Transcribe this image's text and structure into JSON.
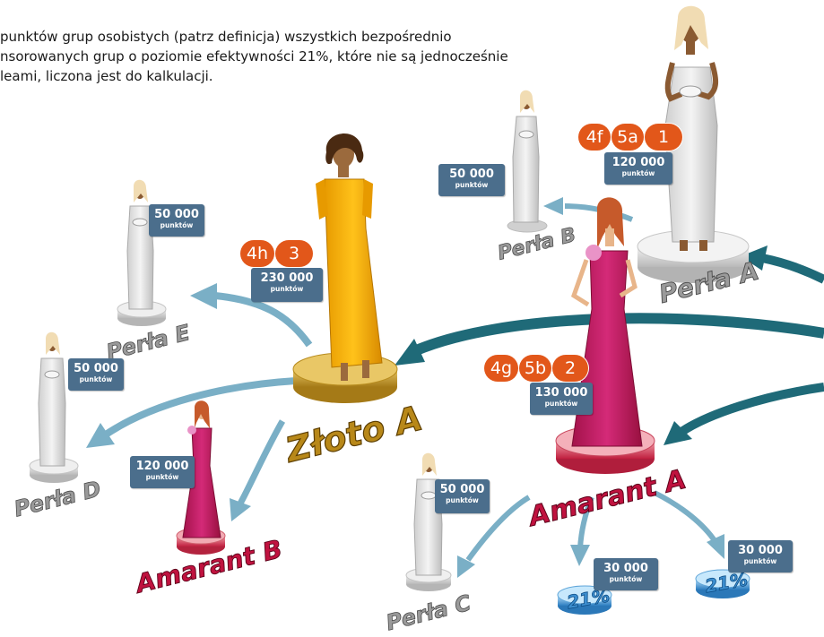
{
  "intro_lines": [
    "punktów grup osobistych (patrz definicja) wszystkich bezpośrednio",
    "nsorowanych grup o poziomie efektywności 21%, które nie są jednocześnie",
    "leami, liczona jest do kalkulacji."
  ],
  "colors": {
    "points_box": "#4b6e8c",
    "badge": "#e2571a",
    "gold": "#e6a400",
    "amarant": "#c2185b",
    "perla": "#d8d8d8",
    "arrow_dark": "#1f6a78",
    "arrow_light": "#7aafc6",
    "pct_disc": "#4d9fd9"
  },
  "people": [
    {
      "id": "perla-a",
      "label": "Perła A",
      "points": "120 000",
      "unit": "punktów",
      "badges": [
        "4f",
        "5a",
        "1"
      ]
    },
    {
      "id": "perla-b",
      "label": "Perła B",
      "points": "50 000",
      "unit": "punktów",
      "badges": []
    },
    {
      "id": "zloto-a",
      "label": "Złoto A",
      "points": "230 000",
      "unit": "punktów",
      "badges": [
        "4h",
        "3"
      ]
    },
    {
      "id": "perla-e",
      "label": "Perła E",
      "points": "50 000",
      "unit": "punktów",
      "badges": []
    },
    {
      "id": "perla-d",
      "label": "Perła D",
      "points": "50 000",
      "unit": "punktów",
      "badges": []
    },
    {
      "id": "amarant-b",
      "label": "Amarant B",
      "points": "120 000",
      "unit": "punktów",
      "badges": []
    },
    {
      "id": "amarant-a",
      "label": "Amarant A",
      "points": "130 000",
      "unit": "punktów",
      "badges": [
        "4g",
        "5b",
        "2"
      ]
    },
    {
      "id": "perla-c",
      "label": "Perła C",
      "points": "50 000",
      "unit": "punktów",
      "badges": []
    }
  ],
  "groups_21": [
    {
      "id": "group-1",
      "percent": "21%",
      "points": "30 000",
      "unit": "punktów"
    },
    {
      "id": "group-2",
      "percent": "21%",
      "points": "30 000",
      "unit": "punktów"
    }
  ]
}
